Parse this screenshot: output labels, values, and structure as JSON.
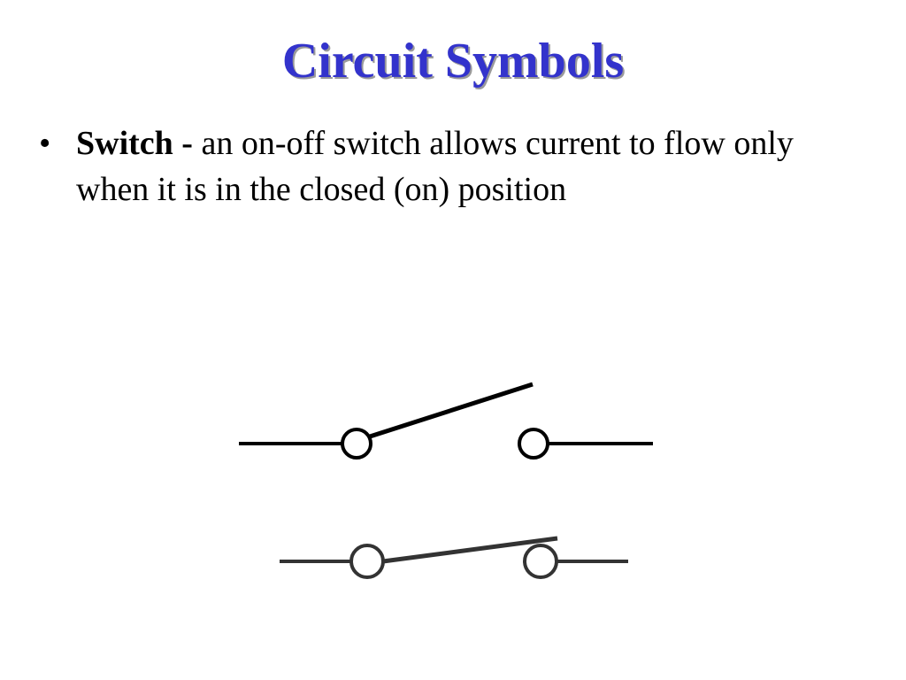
{
  "slide": {
    "title": "Circuit Symbols",
    "title_color": "#3333cc",
    "bullets": [
      {
        "term": "Switch -",
        "text": " an on-off switch allows current to flow only when it is in the closed (on) position"
      }
    ]
  },
  "diagram": {
    "symbols": [
      {
        "name": "open-switch",
        "state": "open"
      },
      {
        "name": "closed-switch",
        "state": "closed"
      }
    ],
    "line_color": "#000000"
  }
}
